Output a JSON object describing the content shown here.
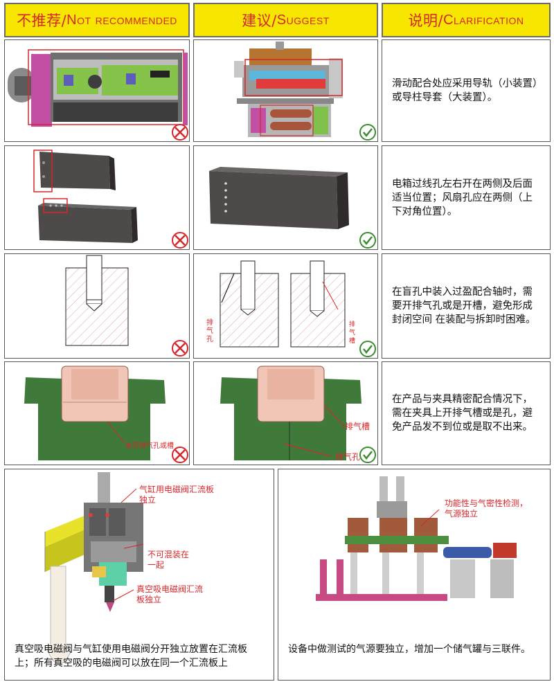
{
  "header": {
    "not_recommended_cn": "不推荐/",
    "not_recommended_en": "Not recommended",
    "suggest_cn": "建议/",
    "suggest_en": "Suggest",
    "clarification_cn": "说明/",
    "clarification_en": "Clarification"
  },
  "rows": [
    {
      "note": "滑动配合处应采用导轨（小装置）或导柱导套（大装置）。"
    },
    {
      "note": "电箱过线孔左右开在两侧及后面适当位置；风扇孔应在两侧（上下对角位置）。"
    },
    {
      "note": "在盲孔中装入过盈配合轴时，需要开排气孔或是开槽，避免形成封闭空间 在装配与拆卸时困难。",
      "label_vent_hole": "排气孔",
      "label_vent_slot": "排气槽"
    },
    {
      "note": "在产品与夹具精密配合情况下，需在夹具上开排气槽或是孔，避免产品发不到位或是取不出来。",
      "label_no_vent": "未开排气孔或槽",
      "label_vent_slot_1": "排气槽",
      "label_vent_hole": "排气孔"
    }
  ],
  "bottom_left": {
    "label_cylinder_valve": "气缸用电磁阀汇流板独立",
    "label_no_mix": "不可混装在一起",
    "label_vacuum_valve": "真空吸电磁阀汇流板独立",
    "caption": "真空吸电磁阀与气缸使用电磁阀分开独立放置在汇流板上；所有真空吸的电磁阀可以放在同一个汇流板上"
  },
  "bottom_right": {
    "label_test_air": "功能性与气密性检测，气源独立",
    "caption": "设备中做测试的气源要独立，增加一个储气罐与三联件。"
  },
  "colors": {
    "header_bg": "#f6e600",
    "header_text": "#d7262a",
    "ok_green": "#3a8c2e",
    "bad_red": "#d7262a",
    "fixture_green": "#3f7a3a"
  }
}
